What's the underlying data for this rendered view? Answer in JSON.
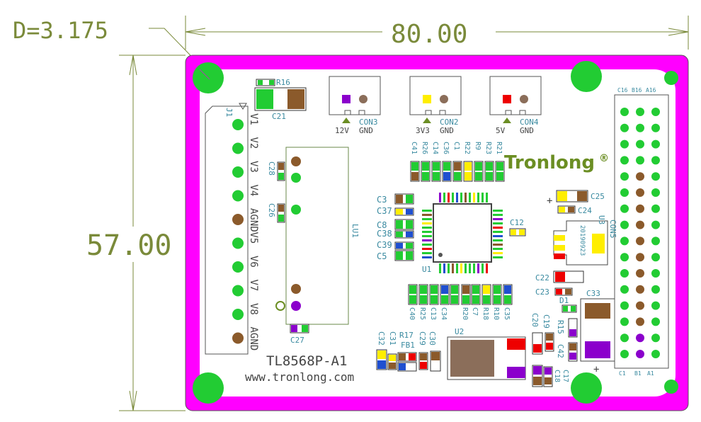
{
  "dimensions": {
    "hole_diameter": "D=3.175",
    "width": "80.00",
    "height": "57.00"
  },
  "board": {
    "name": "TL8568P-A1",
    "url": "www.tronlong.com",
    "brand": "Tronlong",
    "brand_mark": "®",
    "colors": {
      "outline": "#ff00ff",
      "mount_hole": "#22cc33",
      "pad_green": "#22cc33",
      "pad_brown": "#8b5a2b",
      "pad_purple": "#8b00cc",
      "pad_yellow": "#ffee00",
      "pad_red": "#ee0000",
      "pad_blue": "#1f4fd0"
    }
  },
  "j1": {
    "ref": "J1",
    "pins": [
      "V1",
      "V2",
      "V3",
      "V4",
      "AGND",
      "V5",
      "V6",
      "V7",
      "V8",
      "AGND"
    ]
  },
  "lu1": {
    "ref": "LU1"
  },
  "power_connectors": [
    {
      "ref": "CON3",
      "label_left": "12V",
      "label_right": "GND",
      "pad_color": "#8b00cc"
    },
    {
      "ref": "CON2",
      "label_left": "3V3",
      "label_right": "GND",
      "pad_color": "#ffee00"
    },
    {
      "ref": "CON4",
      "label_left": "5V",
      "label_right": "GND",
      "pad_color": "#ee0000"
    }
  ],
  "con5": {
    "ref": "CON5",
    "top_labels": [
      "C16",
      "B16",
      "A16"
    ],
    "bottom_labels": [
      "C1",
      "B1",
      "A1"
    ]
  },
  "u1": {
    "ref": "U1"
  },
  "u2": {
    "ref": "U2"
  },
  "u3": {
    "ref": "U3",
    "marking": "20190923"
  },
  "d1": {
    "ref": "D1"
  },
  "refs": {
    "r16": "R16",
    "c21": "C21",
    "c28": "C28",
    "c26": "C26",
    "c27": "C27",
    "c41": "C41",
    "r26": "R26",
    "c14": "C14",
    "c36": "C36",
    "c1": "C1",
    "r22": "R22",
    "r9": "R9",
    "r23": "R23",
    "r21": "R21",
    "c3": "C3",
    "c37": "C37",
    "c8": "C8",
    "c38": "C38",
    "c39": "C39",
    "c5": "C5",
    "c12": "C12",
    "c25": "C25",
    "c24": "C24",
    "c22": "C22",
    "c23": "C23",
    "c33": "C33",
    "c40": "C40",
    "r25": "R25",
    "c13": "C13",
    "c34": "C34",
    "r20": "R20",
    "c7": "C7",
    "r18": "R18",
    "r10": "R10",
    "c35": "C35",
    "c20": "C20",
    "c19": "C19",
    "r15": "R15",
    "c42": "C42",
    "c32": "C32",
    "c31": "C31",
    "r17": "R17",
    "fb1": "FB1",
    "c29": "C29",
    "c30": "C30",
    "c18": "C18",
    "c17": "C17"
  }
}
